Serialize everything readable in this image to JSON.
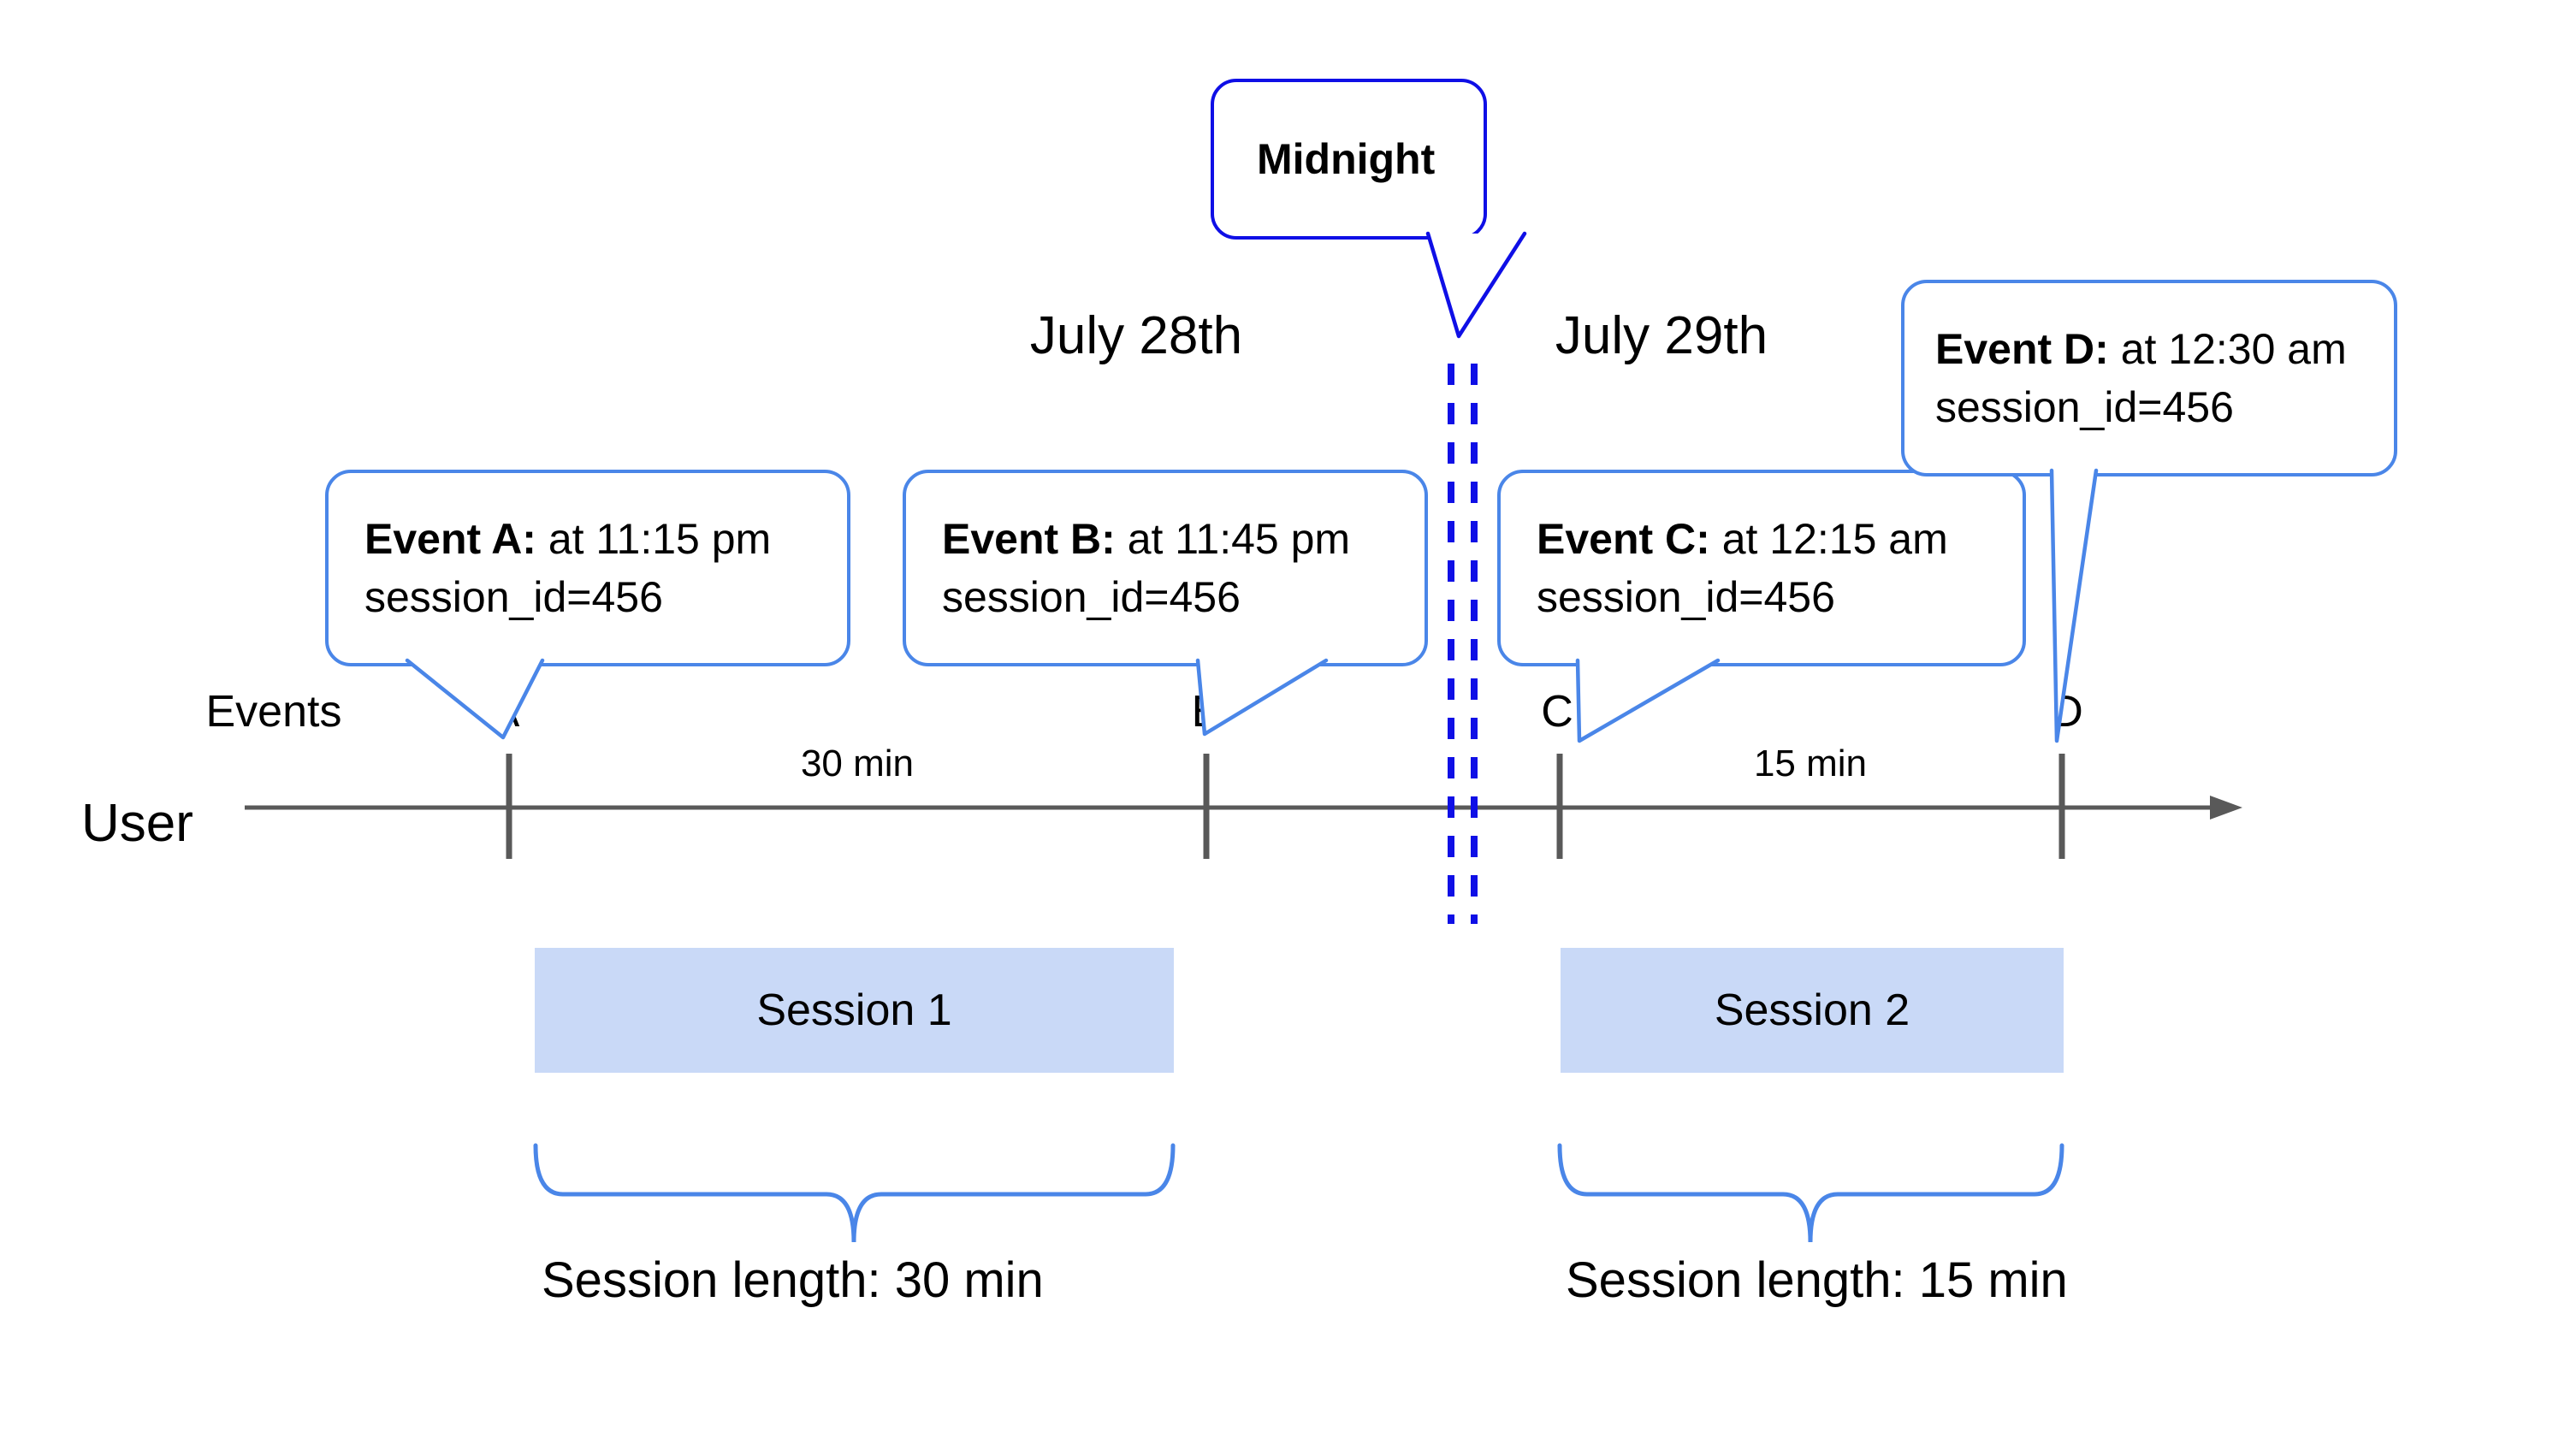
{
  "colors": {
    "accent_dark_blue": "#0f0fe6",
    "accent_light_blue": "#4a86e8",
    "session_fill": "#c9d9f7",
    "line_gray": "#595959",
    "text": "#000000",
    "background": "#ffffff"
  },
  "midnight_callout": {
    "text": "Midnight"
  },
  "dates": {
    "before": "July 28th",
    "after": "July 29th"
  },
  "axis": {
    "events_label": "Events",
    "user_label": "User"
  },
  "event_callouts": [
    {
      "letter": "A",
      "title": "Event A:",
      "time": " at 11:15 pm",
      "session": "session_id=456"
    },
    {
      "letter": "B",
      "title": "Event B:",
      "time": " at 11:45 pm",
      "session": "session_id=456"
    },
    {
      "letter": "C",
      "title": "Event C:",
      "time": " at 12:15 am",
      "session": "session_id=456"
    },
    {
      "letter": "D",
      "title": "Event D:",
      "time": " at 12:30 am",
      "session": "session_id=456"
    }
  ],
  "gaps": [
    {
      "label": "30 min"
    },
    {
      "label": "15 min"
    }
  ],
  "sessions": [
    {
      "name": "Session 1",
      "length": "Session length: 30 min"
    },
    {
      "name": "Session 2",
      "length": "Session length: 15 min"
    }
  ]
}
